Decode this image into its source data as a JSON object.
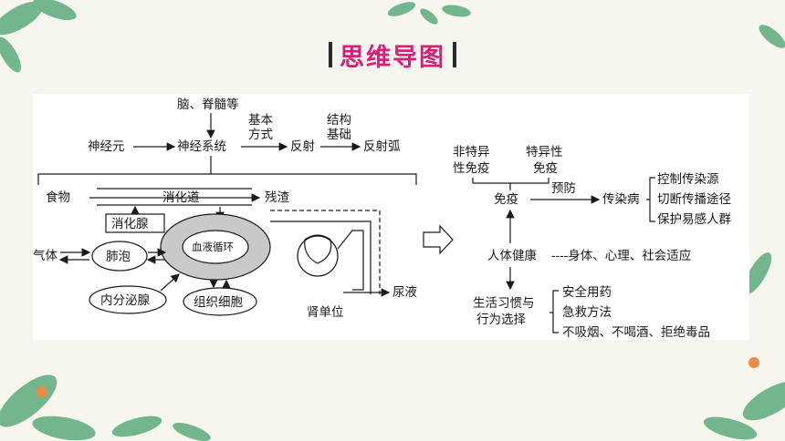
{
  "title": "思维导图",
  "left_map": {
    "brain": "脑、脊髓等",
    "neuron": "神经元",
    "nervous_system": "神经系统",
    "basic_way_1": "基本",
    "basic_way_2": "方式",
    "reflex": "反射",
    "structure_1": "结构",
    "structure_2": "基础",
    "reflex_arc": "反射弧",
    "food": "食物",
    "digestive_tract": "消化道",
    "residue": "残渣",
    "digestive_gland": "消化腺",
    "gas": "气体",
    "alveoli": "肺泡",
    "blood_circulation": "血液循环",
    "endocrine_gland": "内分泌腺",
    "tissue_cells": "组织细胞",
    "nephron": "肾单位",
    "urine": "尿液"
  },
  "right_map": {
    "nonspecific_1": "非特异",
    "nonspecific_2": "性免疫",
    "specific_1": "特异性",
    "specific_2": "免疫",
    "immunity": "免疫",
    "prevention": "预防",
    "infectious_disease": "传染病",
    "measures": [
      "控制传染源",
      "切断传播途径",
      "保护易感人群"
    ],
    "health": "人体健康",
    "health_aspects": "----身体、心理、社会适应",
    "lifestyle_1": "生活习惯与",
    "lifestyle_2": "行为选择",
    "choices": [
      "安全用药",
      "急救方法",
      "不吸烟、不喝酒、拒绝毒品"
    ]
  }
}
